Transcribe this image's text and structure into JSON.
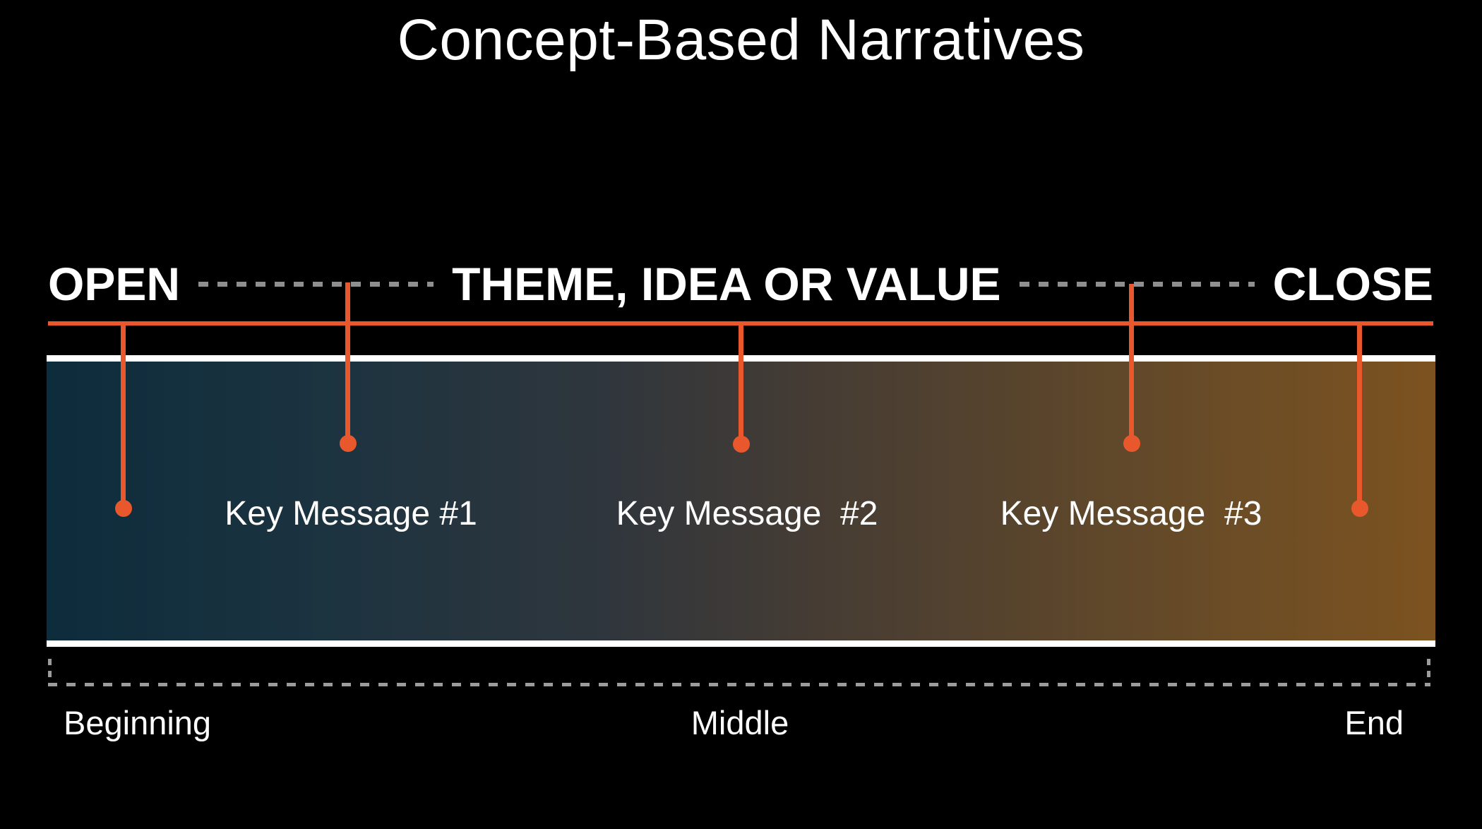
{
  "title": "Concept-Based Narratives",
  "timeline": {
    "open_label": "OPEN",
    "theme_label": "THEME, IDEA OR VALUE",
    "close_label": "CLOSE"
  },
  "key_messages": [
    "Key Message #1",
    "Key Message  #2",
    "Key Message  #3"
  ],
  "stages": {
    "beginning": "Beginning",
    "middle": "Middle",
    "end": "End"
  },
  "colors": {
    "background": "#000000",
    "accent_orange": "#E9582C",
    "dash_gray": "#8F8F8F",
    "bracket_gray": "#9C9C9C",
    "text_white": "#FFFFFF",
    "band_gradient_start": "#0D2C3C",
    "band_gradient_mid": "#453C34",
    "band_gradient_end": "#7C5220"
  }
}
